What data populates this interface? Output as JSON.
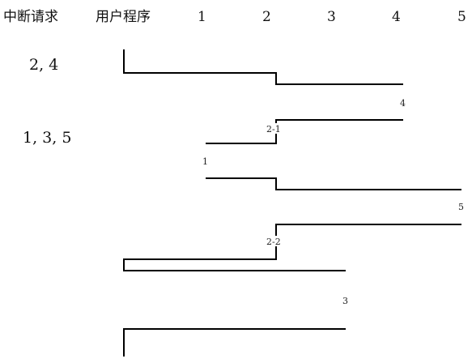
{
  "header": {
    "interrupt_requests": "中断请求",
    "user_program": "用户程序",
    "levels": [
      "1",
      "2",
      "3",
      "4",
      "5"
    ]
  },
  "requests": [
    {
      "label": "2, 4"
    },
    {
      "label": "1, 3, 5"
    }
  ],
  "segment_labels": {
    "s4": "4",
    "s21": "2-1",
    "s1": "1",
    "s5": "5",
    "s22": "2-2",
    "s3": "3"
  },
  "colors": {
    "trace": "#000000",
    "isr": "#ee1111"
  }
}
